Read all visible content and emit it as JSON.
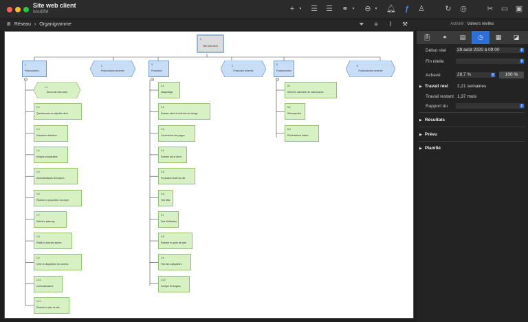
{
  "window": {
    "title": "Site web client",
    "subtitle": "Modifié"
  },
  "breadcrumb": [
    "Réseau",
    "Organigramme"
  ],
  "inspector": {
    "header_prefix": "Activité",
    "header_title": "Valeurs réelles",
    "fields": {
      "debut_label": "Début réel",
      "debut_value": "28 août 2020 à 09:00",
      "fin_label": "Fin réelle",
      "fin_value": "",
      "acheve_label": "Achevé",
      "acheve_value": "28,7 %",
      "acheve_button": "100 %",
      "travail_reel_label": "Travail réel",
      "travail_reel_value": "2,21 semaines",
      "travail_restant_label": "Travail restant",
      "travail_restant_value": "1,37 mois",
      "rapport_label": "Rapport du",
      "rapport_value": ""
    },
    "sections": [
      "Résultats",
      "Prévu",
      "Planifié"
    ]
  },
  "chart": {
    "root": {
      "code": "0",
      "name": "Site web client"
    },
    "top": [
      {
        "code": "1",
        "name": "Préproduction",
        "shape": "box"
      },
      {
        "code": "2",
        "name": "Préproduction achevée",
        "shape": "hex"
      },
      {
        "code": "3",
        "name": "Production",
        "shape": "box"
      },
      {
        "code": "4",
        "name": "Production achevée",
        "shape": "hex"
      },
      {
        "code": "5",
        "name": "Postproduction",
        "shape": "box"
      },
      {
        "code": "6",
        "name": "Postproduction achevée",
        "shape": "hex"
      }
    ],
    "col1": [
      {
        "code": "1.1",
        "name": "Début site web client",
        "shape": "hex"
      },
      {
        "code": "1.2",
        "name": "Questionnaire et objectifs client"
      },
      {
        "code": "1.3",
        "name": "Scénarios utilisateur"
      },
      {
        "code": "1.4",
        "name": "Analyse comparative"
      },
      {
        "code": "1.5",
        "name": "Caractéristiques techniques"
      },
      {
        "code": "1.6",
        "name": "Élaborer la proposition de projet"
      },
      {
        "code": "1.7",
        "name": "Définir le planning"
      },
      {
        "code": "1.8",
        "name": "Établir la liste des tâches"
      },
      {
        "code": "1.9",
        "name": "Créer le diagramme de contenu"
      },
      {
        "code": "1.10",
        "name": "Communications"
      },
      {
        "code": "1.11",
        "name": "Élaborer le plan de site"
      }
    ],
    "col3": [
      {
        "code": "3.1",
        "name": "Maquettage"
      },
      {
        "code": "3.2",
        "name": "Examen client et sélection du design"
      },
      {
        "code": "3.3",
        "name": "Construction des pages"
      },
      {
        "code": "3.4",
        "name": "Examen par le client"
      },
      {
        "code": "3.5",
        "name": "Production finale du site"
      },
      {
        "code": "3.6",
        "name": "Test bêta"
      },
      {
        "code": "3.7",
        "name": "Test d'utilisation"
      },
      {
        "code": "3.8",
        "name": "Élaborer le guide de style"
      },
      {
        "code": "3.9",
        "name": "Test des navigateurs"
      },
      {
        "code": "3.10",
        "name": "Corriger les bogues"
      }
    ],
    "col5": [
      {
        "code": "5.1",
        "name": "Définir le calendrier de maintenance"
      },
      {
        "code": "5.2",
        "name": "Rétrospective"
      },
      {
        "code": "5.3",
        "name": "Présentations finales"
      }
    ]
  }
}
